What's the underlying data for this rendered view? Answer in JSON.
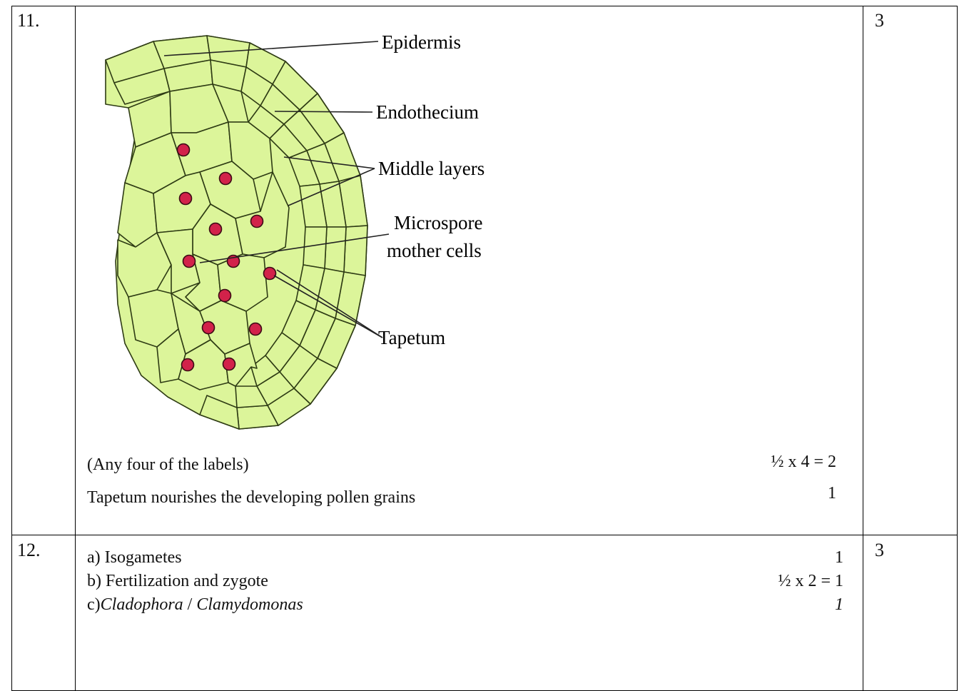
{
  "rows": [
    {
      "number": "11.",
      "total_marks": "3",
      "diagram": {
        "labels": {
          "epidermis": "Epidermis",
          "endothecium": "Endothecium",
          "middle_layers": "Middle layers",
          "microspore_line1": "Microspore",
          "microspore_line2": "mother cells",
          "tapetum": "Tapetum"
        },
        "colors": {
          "cell_fill": "#dcf59a",
          "nucleus": "#d2224a"
        }
      },
      "lines": [
        {
          "text": "(Any four of the labels)",
          "marks": "½  x 4 = 2"
        },
        {
          "text": "Tapetum nourishes the developing pollen grains",
          "marks": "1"
        }
      ]
    },
    {
      "number": "12.",
      "total_marks": "3",
      "lines": [
        {
          "text": "a) Isogametes",
          "marks": "1"
        },
        {
          "text": "b) Fertilization and zygote",
          "marks": "½  x 2 = 1"
        },
        {
          "prefix": "c)",
          "italic_a": "Cladophora",
          "sep": " / ",
          "italic_b": "Clamydomonas",
          "marks": "1"
        }
      ]
    }
  ]
}
